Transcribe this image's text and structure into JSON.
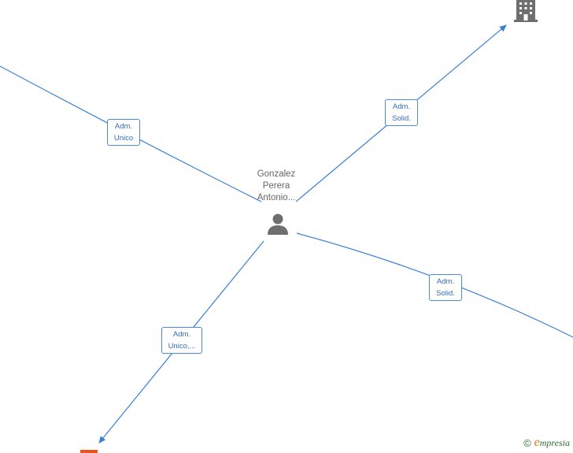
{
  "center_node": {
    "name": "Gonzalez\nPerera\nAntonio..."
  },
  "edge_labels": [
    {
      "text": "Adm.\nUnico"
    },
    {
      "text": "Adm.\nSolid."
    },
    {
      "text": "Adm.\nSolid."
    },
    {
      "text": "Adm.\nUnico,..."
    }
  ],
  "brand": {
    "copyright": "©",
    "initial": "e",
    "name": "mpresia"
  },
  "colors": {
    "edge": "#3a7fd5",
    "icon": "#6f6f6f",
    "accent_orange": "#e8541c",
    "brand_green": "#2c6e36"
  }
}
